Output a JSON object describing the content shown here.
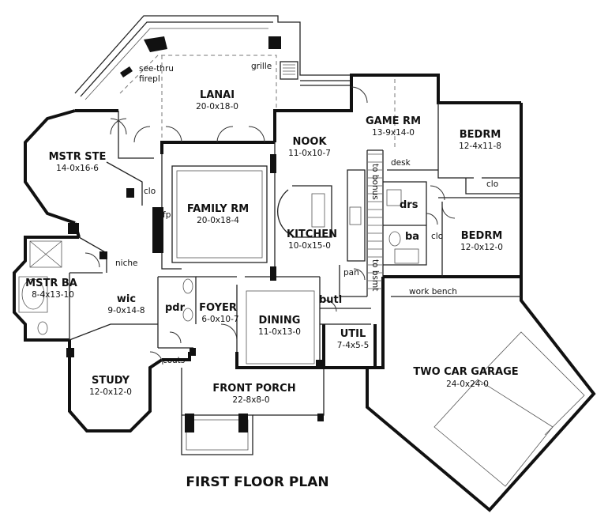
{
  "plan_title": "FIRST FLOOR PLAN",
  "rooms": {
    "lanai": {
      "name": "LANAI",
      "dim": "20-0x18-0"
    },
    "mstr_ste": {
      "name": "MSTR STE",
      "dim": "14-0x16-6"
    },
    "family_rm": {
      "name": "FAMILY RM",
      "dim": "20-0x18-4"
    },
    "nook": {
      "name": "NOOK",
      "dim": "11-0x10-7"
    },
    "game_rm": {
      "name": "GAME RM",
      "dim": "13-9x14-0"
    },
    "bedrm_1": {
      "name": "BEDRM",
      "dim": "12-4x11-8"
    },
    "bedrm_2": {
      "name": "BEDRM",
      "dim": "12-0x12-0"
    },
    "kitchen": {
      "name": "KITCHEN",
      "dim": "10-0x15-0"
    },
    "mstr_ba": {
      "name": "MSTR BA",
      "dim": "8-4x13-10"
    },
    "wic": {
      "name": "wic",
      "dim": "9-0x14-8"
    },
    "foyer": {
      "name": "FOYER",
      "dim": "6-0x10-7"
    },
    "dining": {
      "name": "DINING",
      "dim": "11-0x13-0"
    },
    "util": {
      "name": "UTIL",
      "dim": "7-4x5-5"
    },
    "study": {
      "name": "STUDY",
      "dim": "12-0x12-0"
    },
    "front_porch": {
      "name": "FRONT PORCH",
      "dim": "22-8x8-0"
    },
    "garage": {
      "name": "TWO CAR GARAGE",
      "dim": "24-0x24-0"
    }
  },
  "labels": {
    "see_thru": "see-thru",
    "firepl": "firepl",
    "grille": "grille",
    "clo_master": "clo",
    "fp": "fp",
    "niche": "niche",
    "pdr": "pdr",
    "coats": "coats",
    "butl": "butl",
    "pan": "pan",
    "desk": "desk",
    "to_bonus": "to bonus",
    "to_bsmt": "to bsmt",
    "drs": "drs",
    "ba": "ba",
    "clo_bed1": "clo",
    "clo_bed2": "clo",
    "work_bench": "work bench"
  }
}
